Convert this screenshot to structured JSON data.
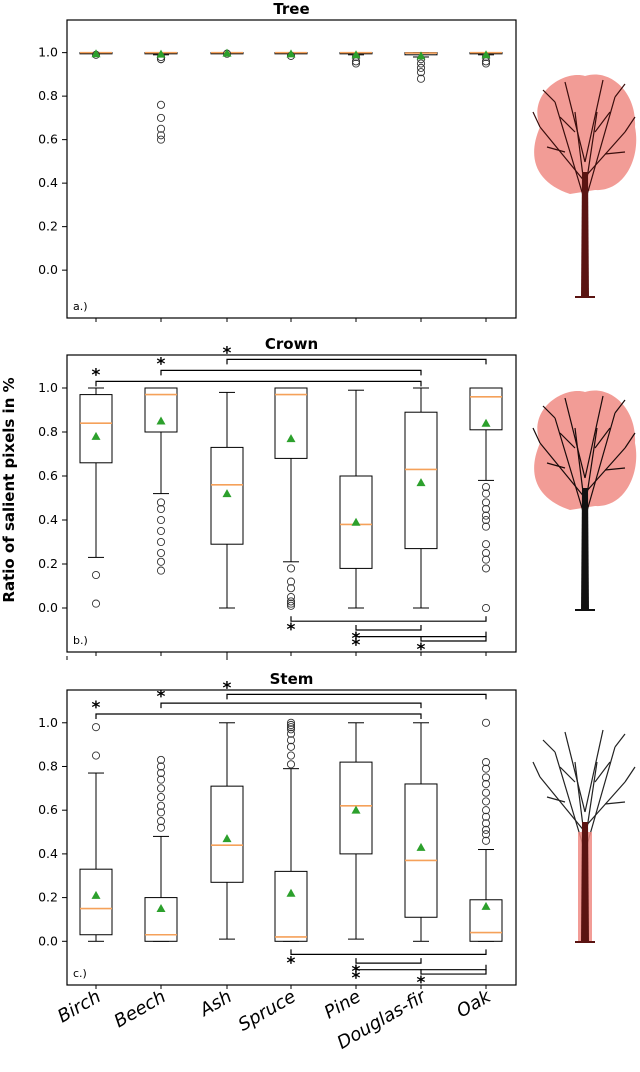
{
  "figure": {
    "ylabel": "Ratio of salient pixels in %",
    "categories": [
      "Birch",
      "Beech",
      "Ash",
      "Spruce",
      "Pine",
      "Douglas-fir",
      "Oak"
    ],
    "colors": {
      "median": "#f5a15a",
      "mean": "#2ca02c",
      "box": "#000000",
      "significance": "#000000"
    }
  },
  "chart_data": [
    {
      "type": "boxplot",
      "title": "Tree",
      "panel_label": "a.)",
      "ylim": [
        -0.22,
        1.15
      ],
      "yticks": [
        "0.0",
        "0.2",
        "0.4",
        "0.6",
        "0.8",
        "1.0"
      ],
      "categories": [
        "Birch",
        "Beech",
        "Ash",
        "Spruce",
        "Pine",
        "Douglas-fir",
        "Oak"
      ],
      "boxes": [
        {
          "name": "Birch",
          "q1": 1.0,
          "median": 1.0,
          "q3": 1.0,
          "whislo": 1.0,
          "whishi": 1.0,
          "mean": 0.995,
          "fliers": [
            0.99
          ]
        },
        {
          "name": "Beech",
          "q1": 0.995,
          "median": 1.0,
          "q3": 1.0,
          "whislo": 0.99,
          "whishi": 1.0,
          "mean": 0.993,
          "fliers": [
            0.98,
            0.97,
            0.97,
            0.76,
            0.7,
            0.65,
            0.62,
            0.6
          ]
        },
        {
          "name": "Ash",
          "q1": 1.0,
          "median": 1.0,
          "q3": 1.0,
          "whislo": 1.0,
          "whishi": 1.0,
          "mean": 0.998,
          "fliers": [
            0.995
          ]
        },
        {
          "name": "Spruce",
          "q1": 1.0,
          "median": 1.0,
          "q3": 1.0,
          "whislo": 1.0,
          "whishi": 1.0,
          "mean": 0.994,
          "fliers": [
            0.985
          ]
        },
        {
          "name": "Pine",
          "q1": 0.995,
          "median": 1.0,
          "q3": 1.0,
          "whislo": 0.99,
          "whishi": 1.0,
          "mean": 0.99,
          "fliers": [
            0.98,
            0.96,
            0.95
          ]
        },
        {
          "name": "Douglas-fir",
          "q1": 0.99,
          "median": 0.998,
          "q3": 1.0,
          "whislo": 0.98,
          "whishi": 1.0,
          "mean": 0.985,
          "fliers": [
            0.97,
            0.95,
            0.93,
            0.91,
            0.88
          ]
        },
        {
          "name": "Oak",
          "q1": 0.995,
          "median": 1.0,
          "q3": 1.0,
          "whislo": 0.99,
          "whishi": 1.0,
          "mean": 0.99,
          "fliers": [
            0.98,
            0.96,
            0.95
          ]
        }
      ],
      "significance": {
        "top": [],
        "bottom": []
      }
    },
    {
      "type": "boxplot",
      "title": "Crown",
      "panel_label": "b.)",
      "ylim": [
        -0.2,
        1.15
      ],
      "yticks": [
        "0.0",
        "0.2",
        "0.4",
        "0.6",
        "0.8",
        "1.0"
      ],
      "categories": [
        "Birch",
        "Beech",
        "Ash",
        "Spruce",
        "Pine",
        "Douglas-fir",
        "Oak"
      ],
      "boxes": [
        {
          "name": "Birch",
          "q1": 0.66,
          "median": 0.84,
          "q3": 0.97,
          "whislo": 0.23,
          "whishi": 1.0,
          "mean": 0.78,
          "fliers": [
            0.15,
            0.02
          ]
        },
        {
          "name": "Beech",
          "q1": 0.8,
          "median": 0.97,
          "q3": 1.0,
          "whislo": 0.52,
          "whishi": 1.0,
          "mean": 0.85,
          "fliers": [
            0.48,
            0.45,
            0.4,
            0.35,
            0.3,
            0.25,
            0.21,
            0.17
          ]
        },
        {
          "name": "Ash",
          "q1": 0.29,
          "median": 0.56,
          "q3": 0.73,
          "whislo": 0.0,
          "whishi": 0.98,
          "mean": 0.52,
          "fliers": []
        },
        {
          "name": "Spruce",
          "q1": 0.68,
          "median": 0.97,
          "q3": 1.0,
          "whislo": 0.21,
          "whishi": 1.0,
          "mean": 0.77,
          "fliers": [
            0.18,
            0.12,
            0.09,
            0.05,
            0.03,
            0.02,
            0.01
          ]
        },
        {
          "name": "Pine",
          "q1": 0.18,
          "median": 0.38,
          "q3": 0.6,
          "whislo": 0.0,
          "whishi": 0.99,
          "mean": 0.39,
          "fliers": []
        },
        {
          "name": "Douglas-fir",
          "q1": 0.27,
          "median": 0.63,
          "q3": 0.89,
          "whislo": 0.0,
          "whishi": 1.0,
          "mean": 0.57,
          "fliers": []
        },
        {
          "name": "Oak",
          "q1": 0.81,
          "median": 0.96,
          "q3": 1.0,
          "whislo": 0.58,
          "whishi": 1.0,
          "mean": 0.84,
          "fliers": [
            0.55,
            0.52,
            0.48,
            0.45,
            0.42,
            0.4,
            0.37,
            0.29,
            0.25,
            0.22,
            0.18,
            0.0
          ]
        }
      ],
      "significance": {
        "top": [
          {
            "from": 0,
            "to": 5,
            "level": 1.03,
            "star": 0
          },
          {
            "from": 1,
            "to": 5,
            "level": 1.08,
            "star": 1
          },
          {
            "from": 2,
            "to": 6,
            "level": 1.13,
            "star": 2
          }
        ],
        "bottom": [
          {
            "from": 3,
            "to": 6,
            "level": -0.06,
            "star": 3
          },
          {
            "from": 4,
            "to": 5,
            "level": -0.1,
            "star": 4
          },
          {
            "from": 4,
            "to": 6,
            "level": -0.13,
            "star": 4
          },
          {
            "from": 5,
            "to": 6,
            "level": -0.15,
            "star": 5
          }
        ]
      }
    },
    {
      "type": "boxplot",
      "title": "Stem",
      "panel_label": "c.)",
      "ylim": [
        -0.2,
        1.15
      ],
      "yticks": [
        "0.0",
        "0.2",
        "0.4",
        "0.6",
        "0.8",
        "1.0"
      ],
      "categories": [
        "Birch",
        "Beech",
        "Ash",
        "Spruce",
        "Pine",
        "Douglas-fir",
        "Oak"
      ],
      "boxes": [
        {
          "name": "Birch",
          "q1": 0.03,
          "median": 0.15,
          "q3": 0.33,
          "whislo": 0.0,
          "whishi": 0.77,
          "mean": 0.21,
          "fliers": [
            0.98,
            0.85
          ]
        },
        {
          "name": "Beech",
          "q1": 0.0,
          "median": 0.03,
          "q3": 0.2,
          "whislo": 0.0,
          "whishi": 0.48,
          "mean": 0.15,
          "fliers": [
            0.83,
            0.8,
            0.77,
            0.74,
            0.7,
            0.66,
            0.62,
            0.59,
            0.55,
            0.52
          ]
        },
        {
          "name": "Ash",
          "q1": 0.27,
          "median": 0.44,
          "q3": 0.71,
          "whislo": 0.01,
          "whishi": 1.0,
          "mean": 0.47,
          "fliers": []
        },
        {
          "name": "Spruce",
          "q1": 0.0,
          "median": 0.02,
          "q3": 0.32,
          "whislo": 0.0,
          "whishi": 0.79,
          "mean": 0.22,
          "fliers": [
            1.0,
            0.99,
            0.98,
            0.97,
            0.95,
            0.92,
            0.89,
            0.85,
            0.81
          ]
        },
        {
          "name": "Pine",
          "q1": 0.4,
          "median": 0.62,
          "q3": 0.82,
          "whislo": 0.01,
          "whishi": 1.0,
          "mean": 0.6,
          "fliers": []
        },
        {
          "name": "Douglas-fir",
          "q1": 0.11,
          "median": 0.37,
          "q3": 0.72,
          "whislo": 0.0,
          "whishi": 1.0,
          "mean": 0.43,
          "fliers": []
        },
        {
          "name": "Oak",
          "q1": 0.0,
          "median": 0.04,
          "q3": 0.19,
          "whislo": 0.0,
          "whishi": 0.42,
          "mean": 0.16,
          "fliers": [
            1.0,
            0.82,
            0.79,
            0.75,
            0.72,
            0.68,
            0.64,
            0.6,
            0.57,
            0.54,
            0.51,
            0.49,
            0.46
          ]
        }
      ],
      "significance": {
        "top": [
          {
            "from": 0,
            "to": 5,
            "level": 1.04,
            "star": 0
          },
          {
            "from": 1,
            "to": 5,
            "level": 1.09,
            "star": 1
          },
          {
            "from": 2,
            "to": 6,
            "level": 1.13,
            "star": 2
          }
        ],
        "bottom": [
          {
            "from": 3,
            "to": 6,
            "level": -0.06,
            "star": 3
          },
          {
            "from": 4,
            "to": 5,
            "level": -0.1,
            "star": 4
          },
          {
            "from": 4,
            "to": 6,
            "level": -0.13,
            "star": 4
          },
          {
            "from": 5,
            "to": 6,
            "level": -0.15,
            "star": 5
          }
        ]
      }
    }
  ],
  "tree_icons": [
    {
      "panel": "Tree",
      "highlight": "whole-tree"
    },
    {
      "panel": "Crown",
      "highlight": "crown"
    },
    {
      "panel": "Stem",
      "highlight": "stem"
    }
  ]
}
